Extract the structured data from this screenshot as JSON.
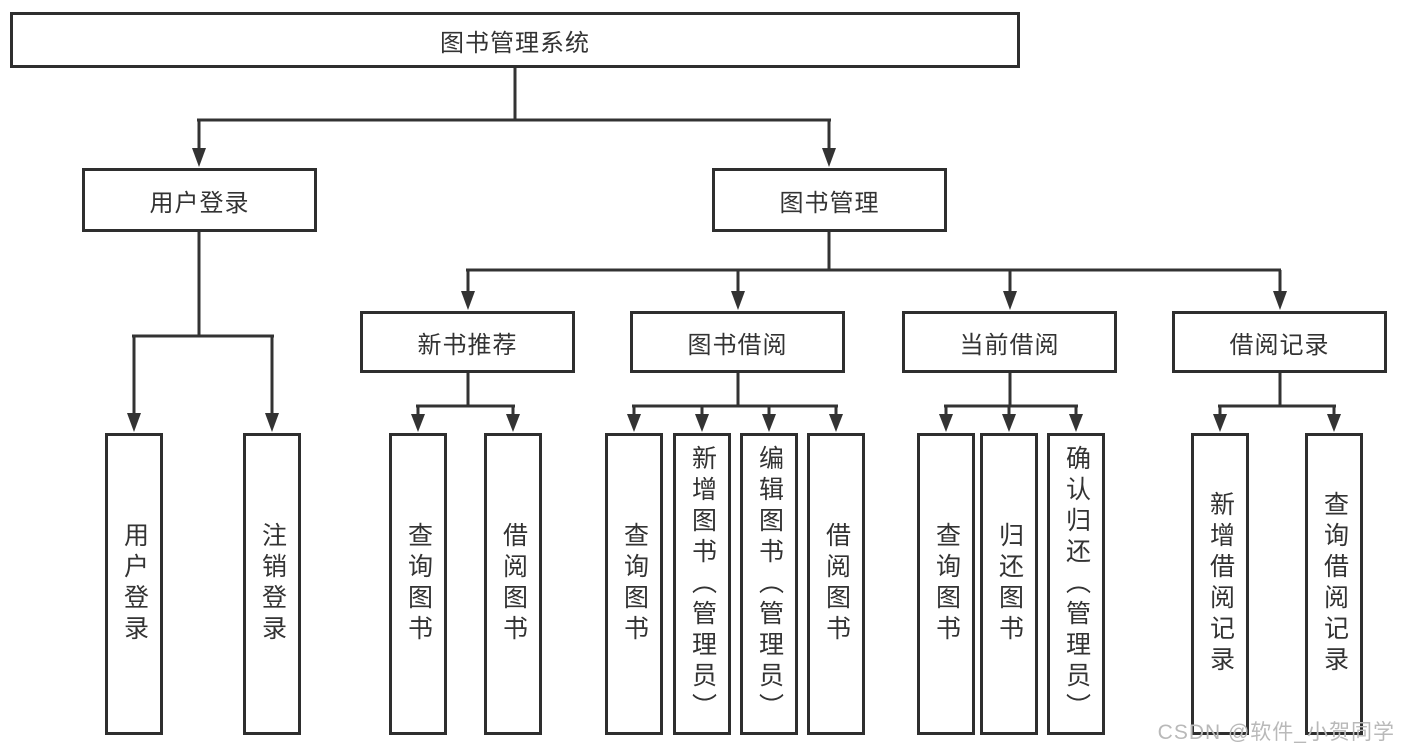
{
  "diagram": {
    "root": {
      "label": "图书管理系统"
    },
    "level2": [
      {
        "label": "用户登录"
      },
      {
        "label": "图书管理"
      }
    ],
    "level3": [
      {
        "label": "新书推荐"
      },
      {
        "label": "图书借阅"
      },
      {
        "label": "当前借阅"
      },
      {
        "label": "借阅记录"
      }
    ],
    "leaves": {
      "login_group": [
        {
          "label": "用户登录"
        },
        {
          "label": "注销登录"
        }
      ],
      "recommend_group": [
        {
          "label": "查询图书"
        },
        {
          "label": "借阅图书"
        }
      ],
      "borrow_group": [
        {
          "label": "查询图书"
        },
        {
          "label": "新增图书（管理员）"
        },
        {
          "label": "编辑图书（管理员）"
        },
        {
          "label": "借阅图书"
        }
      ],
      "current_group": [
        {
          "label": "查询图书"
        },
        {
          "label": "归还图书"
        },
        {
          "label": "确认归还（管理员）"
        }
      ],
      "record_group": [
        {
          "label": "新增借阅记录"
        },
        {
          "label": "查询借阅记录"
        }
      ]
    },
    "watermark": "CSDN @软件_小贺同学",
    "colors": {
      "line": "#333333",
      "border": "#2e2e2e",
      "text": "#333333",
      "watermark": "#b9b9b9",
      "background": "#ffffff"
    }
  }
}
